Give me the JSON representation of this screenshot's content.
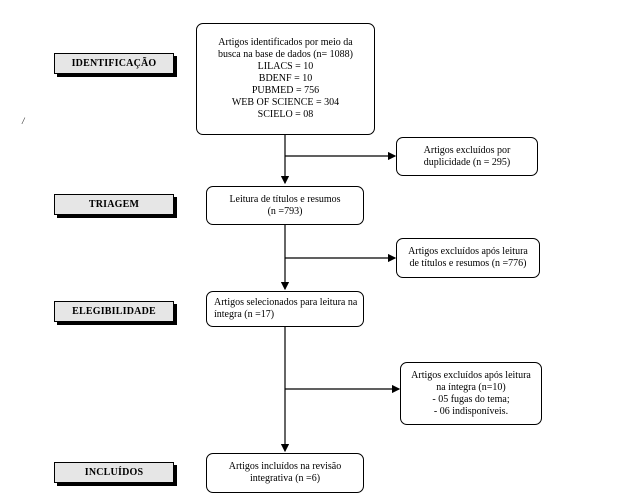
{
  "stages": {
    "identification": "IDENTIFICAÇÃO",
    "screening": "TRIAGEM",
    "eligibility": "ELEGIBILIDADE",
    "included": "INCLUÍDOS"
  },
  "boxes": {
    "identified": [
      "Artigos identificados por meio da",
      "busca na base de dados (n= 1088)",
      "LILACS = 10",
      "BDENF = 10",
      "PUBMED = 756",
      "WEB OF SCIENCE = 304",
      "SCIELO = 08"
    ],
    "duplicates": [
      "Artigos excluídos por",
      "duplicidade (n = 295)"
    ],
    "screening": [
      "Leitura de títulos e resumos",
      "(n =793)"
    ],
    "excluded_screening": [
      "Artigos excluídos após leitura",
      "de títulos e resumos (n =776)"
    ],
    "selected": [
      "Artigos selecionados para leitura na",
      "íntegra (n =17)"
    ],
    "excluded_fulltext": [
      "Artigos excluídos após leitura",
      "na íntegra (n=10)",
      "- 05 fugas do tema;",
      "- 06 indisponíveis."
    ],
    "included": [
      "Artigos incluídos na revisão",
      "integrativa (n =6)"
    ]
  },
  "stray_mark": "/"
}
